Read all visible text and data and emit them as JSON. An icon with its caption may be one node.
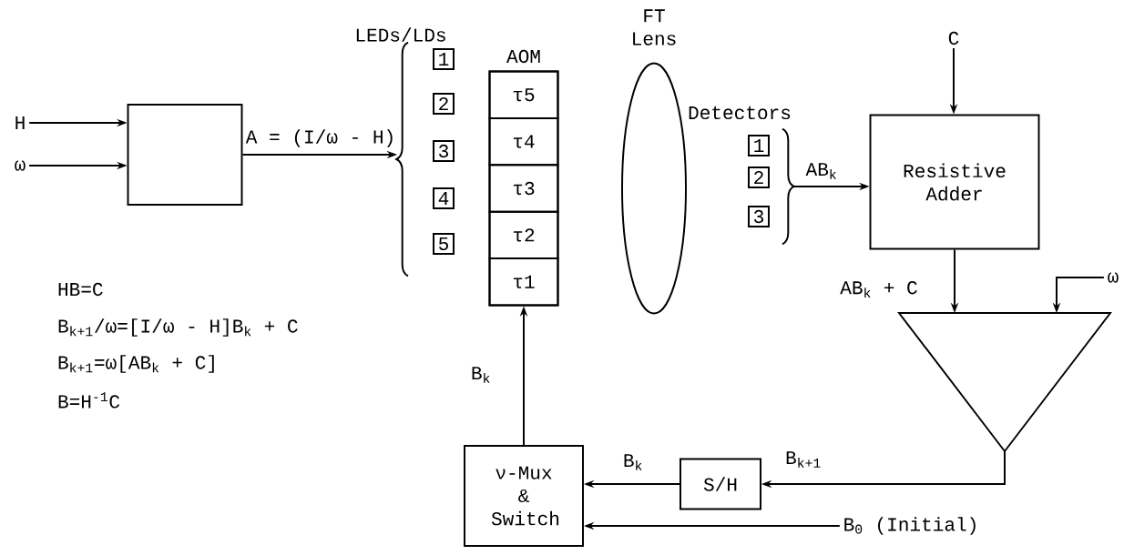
{
  "diagram": {
    "nodes": [
      {
        "text": [
          "H"
        ]
      },
      {
        "text": [
          "ω"
        ]
      },
      {
        "text": [],
        "shape": "box"
      },
      {
        "text": [
          "LEDs/LDs"
        ]
      },
      {
        "text": [
          "1"
        ],
        "in": 3
      },
      {
        "text": [
          "2"
        ],
        "in": 3
      },
      {
        "text": [
          "3"
        ],
        "in": 3
      },
      {
        "text": [
          "4"
        ],
        "in": 3
      },
      {
        "text": [
          "5"
        ],
        "in": 3
      },
      {
        "text": [
          "AOM"
        ]
      },
      {
        "text": [
          "τ5"
        ],
        "in": 9
      },
      {
        "text": [
          "τ4"
        ],
        "in": 9
      },
      {
        "text": [
          "τ3"
        ],
        "in": 9
      },
      {
        "text": [
          "τ2"
        ],
        "in": 9
      },
      {
        "text": [
          "τ1"
        ],
        "in": 9
      },
      {
        "text": [
          "FT Lens"
        ]
      },
      {
        "text": [
          "Detectors"
        ]
      },
      {
        "text": [
          "1"
        ],
        "in": 16
      },
      {
        "text": [
          "2"
        ],
        "in": 16
      },
      {
        "text": [
          "3"
        ],
        "in": 16
      },
      {
        "text": [
          "C"
        ]
      },
      {
        "text": [
          "Resistive Adder"
        ]
      },
      {
        "text": [
          "ω"
        ]
      },
      {
        "text": [],
        "shape": "triangle"
      },
      {
        "text": [
          "S/H"
        ]
      },
      {
        "text": [
          "ν-Mux & Switch"
        ]
      },
      {
        "text": [
          "B$_{0}$ (Initial)"
        ]
      }
    ],
    "edges": [
      {
        "from": 0,
        "to": 2,
        "arrow": "to"
      },
      {
        "from": 1,
        "to": 2,
        "arrow": "to"
      },
      {
        "from": 2,
        "to": 3,
        "arrow": "to",
        "label": "A = (I/ω - H)"
      },
      {
        "from": 16,
        "to": 21,
        "arrow": "to",
        "label": "AB$_{k}$"
      },
      {
        "from": 20,
        "to": 21,
        "arrow": "to"
      },
      {
        "from": 21,
        "to": 23,
        "arrow": "to",
        "label": "AB$_{k}$ + C"
      },
      {
        "from": 22,
        "to": 23,
        "arrow": "to"
      },
      {
        "from": 23,
        "to": 24,
        "arrow": "to",
        "label": "B$_{k+1}$"
      },
      {
        "from": 24,
        "to": 25,
        "arrow": "to",
        "label": "B$_{k}$"
      },
      {
        "from": 26,
        "to": 25,
        "arrow": "to"
      },
      {
        "from": 25,
        "to": 9,
        "arrow": "to",
        "label": "B$_{k}$"
      }
    ],
    "labels": [
      "HB=C",
      "B$_{k+1}$/ω=[I/ω - H]B$_{k}$ + C",
      "B$_{k+1}$=ω[AB$_{k}$ + C]",
      "B=H$^{-1}$C"
    ]
  }
}
